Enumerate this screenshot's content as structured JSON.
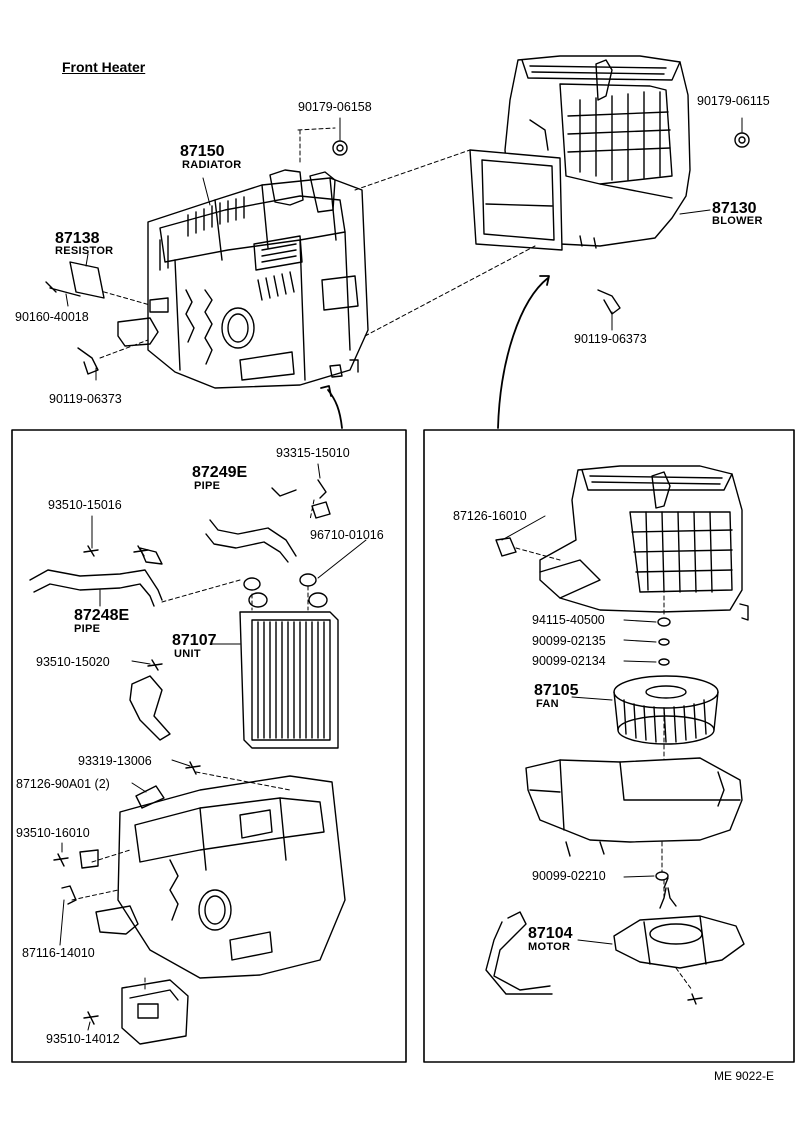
{
  "title": "Front Heater",
  "diagram_code": "ME  9022-E",
  "labels": {
    "p_90179_06158": "90179-06158",
    "p_87150": "87150",
    "p_radiator": "RADIATOR",
    "p_87138": "87138",
    "p_resistor": "RESISTOR",
    "p_90160_40018": "90160-40018",
    "p_90119_06373_l": "90119-06373",
    "p_90179_06115": "90179-06115",
    "p_87130": "87130",
    "p_blower": "BLOWER",
    "p_90119_06373_r": "90119-06373",
    "p_93315_15010": "93315-15010",
    "p_87249e": "87249E",
    "p_pipe_1": "PIPE",
    "p_93510_15016": "93510-15016",
    "p_96710_01016": "96710-01016",
    "p_87248e": "87248E",
    "p_pipe_2": "PIPE",
    "p_87107": "87107",
    "p_unit": "UNIT",
    "p_93510_15020": "93510-15020",
    "p_93319_13006": "93319-13006",
    "p_87126_90a01": "87126-90A01 (2)",
    "p_93510_16010": "93510-16010",
    "p_87116_14010": "87116-14010",
    "p_93510_14012": "93510-14012",
    "p_87126_16010": "87126-16010",
    "p_94115_40500": "94115-40500",
    "p_90099_02135": "90099-02135",
    "p_90099_02134": "90099-02134",
    "p_87105": "87105",
    "p_fan": "FAN",
    "p_90099_02210": "90099-02210",
    "p_87104": "87104",
    "p_motor": "MOTOR"
  }
}
